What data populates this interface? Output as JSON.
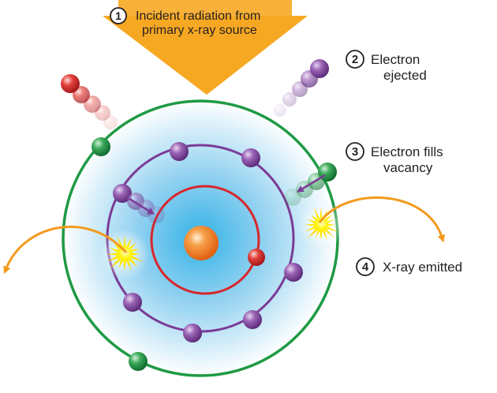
{
  "steps": [
    {
      "number": "1",
      "line1": "Incident radiation from",
      "line2": "primary x-ray source"
    },
    {
      "number": "2",
      "line1": "Electron",
      "line2": "ejected"
    },
    {
      "number": "3",
      "line1": "Electron fills",
      "line2": "vacancy"
    },
    {
      "number": "4",
      "line1": "X-ray emitted",
      "line2": ""
    }
  ],
  "colors": {
    "incident_arrow": "#f7a823",
    "outer_shell": "#1f9a45",
    "middle_shell": "#7b3b97",
    "inner_shell": "#d7262b",
    "nucleus": "#f58220",
    "xray_arrow": "#f39a1e",
    "flash": "#ffe600",
    "glow": "#cfe8f7"
  },
  "icons": {
    "nucleus": "orange-sphere",
    "electron_outer": "green-sphere",
    "electron_middle": "purple-sphere",
    "electron_inner": "red-sphere",
    "flash": "starburst-icon"
  }
}
